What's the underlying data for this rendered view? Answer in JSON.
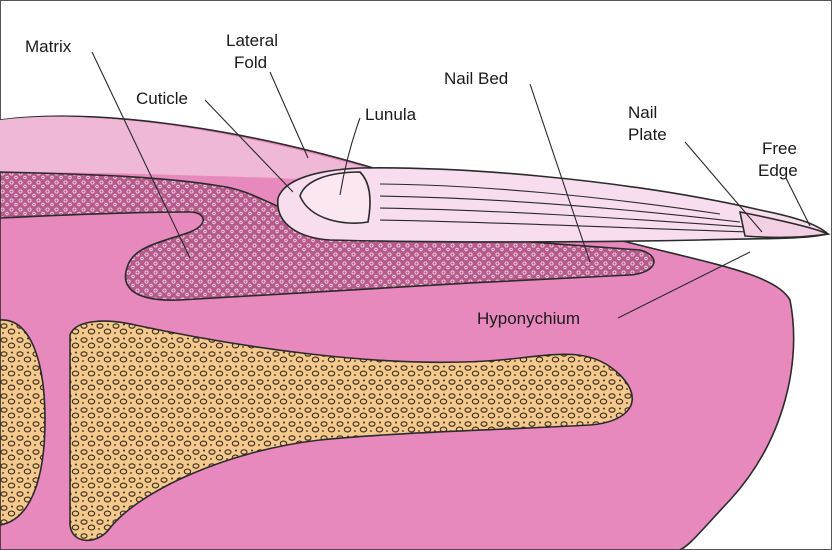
{
  "diagram": {
    "labels": {
      "matrix": "Matrix",
      "lateral_fold_line1": "Lateral",
      "lateral_fold_line2": "Fold",
      "cuticle": "Cuticle",
      "lunula": "Lunula",
      "nail_bed": "Nail Bed",
      "nail_plate_line1": "Nail",
      "nail_plate_line2": "Plate",
      "free_edge_line1": "Free",
      "free_edge_line2": "Edge",
      "hyponychium": "Hyponychium"
    },
    "colors": {
      "soft_tissue": "#e889bd",
      "fold_light": "#efb8d6",
      "nail_plate": "#f7dded",
      "matrix_tissue": "#b65a8c",
      "bone": "#f3c98e",
      "bone_pores": "#3a2a1a"
    }
  }
}
